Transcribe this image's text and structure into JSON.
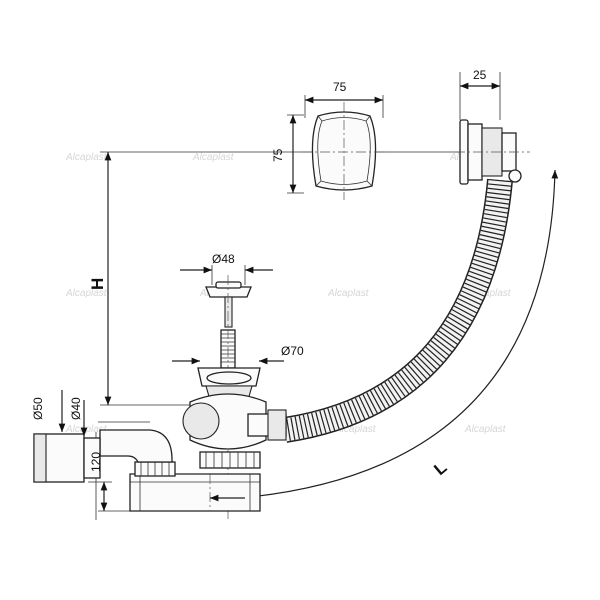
{
  "drawing": {
    "dimensions": {
      "cover_width": "75",
      "cover_height": "75",
      "overflow_depth": "25",
      "plug_diameter": "Ø48",
      "waste_diameter": "Ø70",
      "outlet_outer": "Ø50",
      "outlet_inner": "Ø40",
      "outlet_height": "120",
      "height_label": "H",
      "length_label": "L"
    },
    "watermark": "Alcaplast"
  }
}
